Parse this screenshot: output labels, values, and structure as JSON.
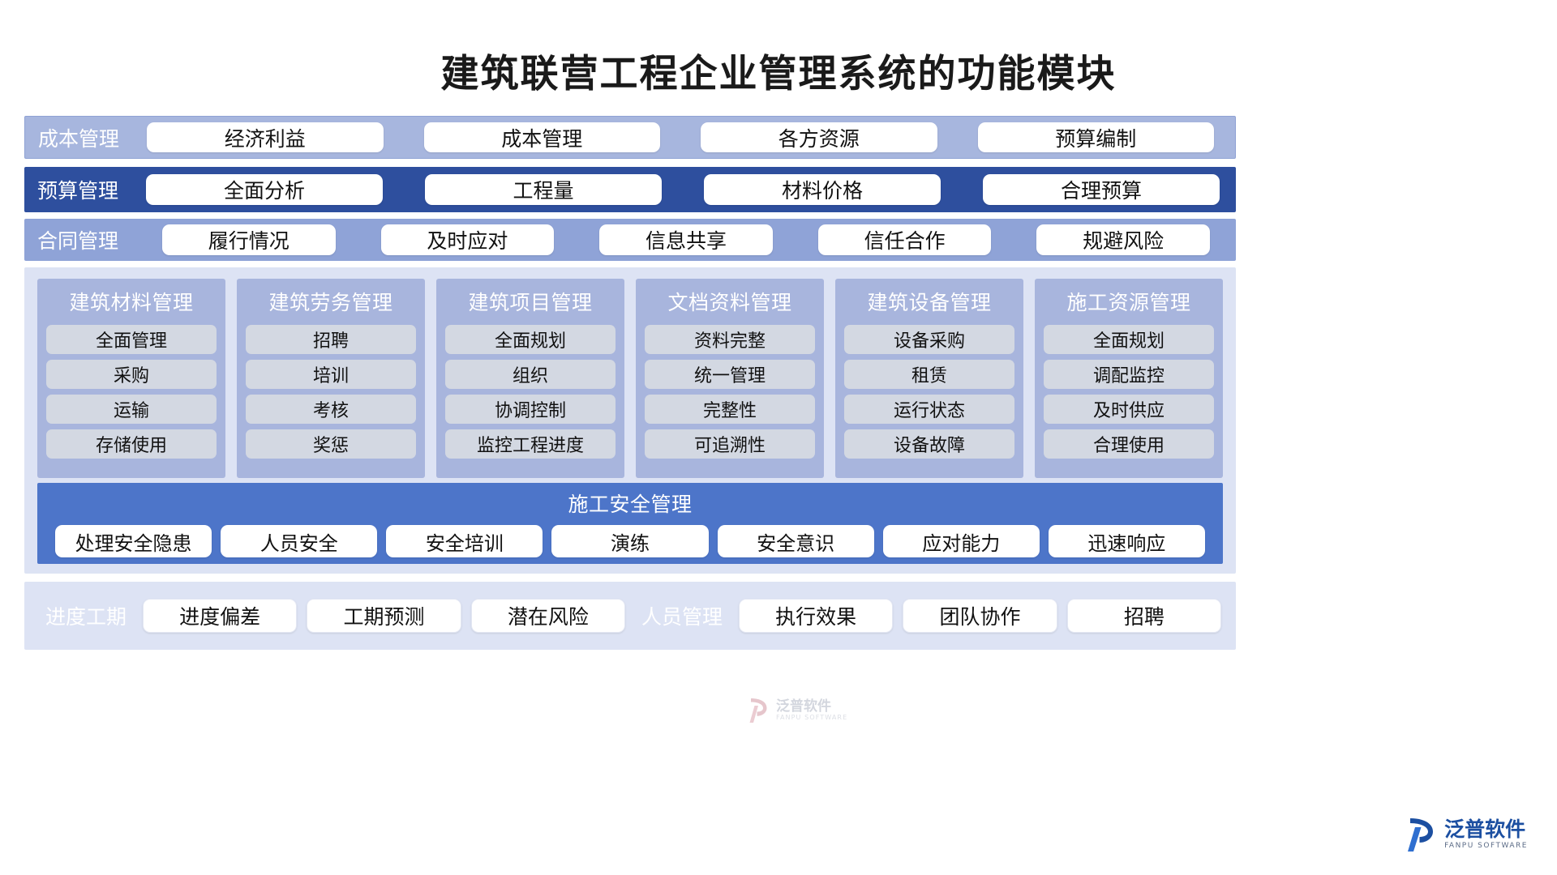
{
  "title": "建筑联营工程企业管理系统的功能模块",
  "rows": [
    {
      "label": "成本管理",
      "items": [
        "经济利益",
        "成本管理",
        "各方资源",
        "预算编制"
      ]
    },
    {
      "label": "预算管理",
      "items": [
        "全面分析",
        "工程量",
        "材料价格",
        "合理预算"
      ]
    },
    {
      "label": "合同管理",
      "items": [
        "履行情况",
        "及时应对",
        "信息共享",
        "信任合作",
        "规避风险"
      ]
    }
  ],
  "columns": [
    {
      "title": "建筑材料管理",
      "items": [
        "全面管理",
        "采购",
        "运输",
        "存储使用"
      ]
    },
    {
      "title": "建筑劳务管理",
      "items": [
        "招聘",
        "培训",
        "考核",
        "奖惩"
      ]
    },
    {
      "title": "建筑项目管理",
      "items": [
        "全面规划",
        "组织",
        "协调控制",
        "监控工程进度"
      ]
    },
    {
      "title": "文档资料管理",
      "items": [
        "资料完整",
        "统一管理",
        "完整性",
        "可追溯性"
      ]
    },
    {
      "title": "建筑设备管理",
      "items": [
        "设备采购",
        "租赁",
        "运行状态",
        "设备故障"
      ]
    },
    {
      "title": "施工资源管理",
      "items": [
        "全面规划",
        "调配监控",
        "及时供应",
        "合理使用"
      ]
    }
  ],
  "safety": {
    "title": "施工安全管理",
    "items": [
      "处理安全隐患",
      "人员安全",
      "安全培训",
      "演练",
      "安全意识",
      "应对能力",
      "迅速响应"
    ]
  },
  "bottom": {
    "label_schedule": "进度工期",
    "schedule_items": [
      "进度偏差",
      "工期预测",
      "潜在风险"
    ],
    "label_personnel": "人员管理",
    "personnel_items": [
      "执行效果",
      "团队协作",
      "招聘"
    ]
  },
  "branding": {
    "name_cn": "泛普软件",
    "name_en": "FANPU SOFTWARE",
    "watermark_cn": "泛普软件",
    "watermark_en": "FANPU SOFTWARE"
  },
  "colors": {
    "row_cost_bg": "#a7b6de",
    "row_budget_bg": "#2e4f9e",
    "row_contract_bg": "#8fa3d7",
    "middle_bg": "#dde3f4",
    "column_bg": "#a8b5dd",
    "column_item_bg": "#d3d8e2",
    "safety_bg": "#4d75c9",
    "pill_bg": "#ffffff",
    "brand_blue": "#1c4fa1"
  }
}
